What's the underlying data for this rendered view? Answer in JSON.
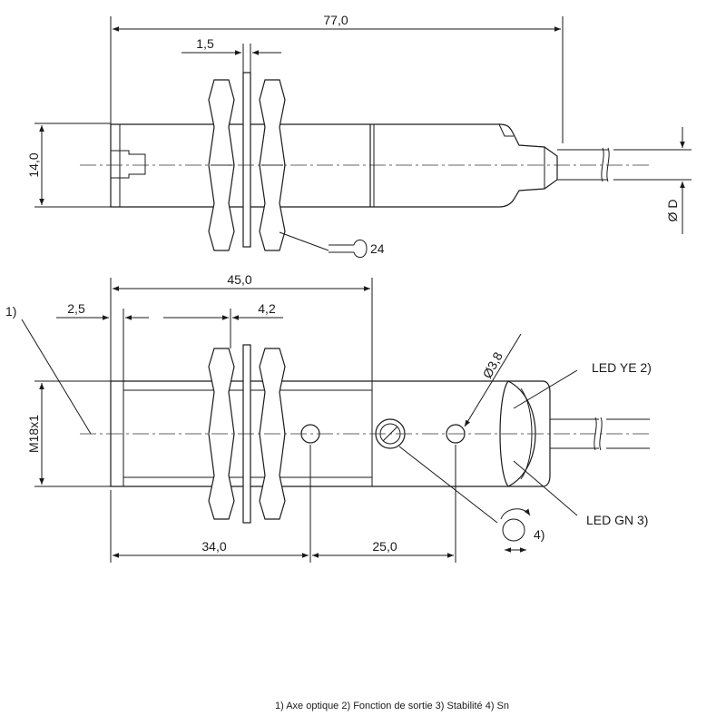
{
  "top_view": {
    "dim_overall_length": "77,0",
    "dim_washer": "1,5",
    "dim_height": "14,0",
    "dim_cable": "Ø D",
    "wrench_size": "24"
  },
  "side_view": {
    "dim_thread_length": "45,0",
    "dim_front": "2,5",
    "dim_nut": "4,2",
    "dim_thread": "M18x1",
    "dim_hole": "Ø3,8",
    "dim_to_hole": "34,0",
    "dim_hole_spacing": "25,0",
    "callout_1": "1)",
    "led_ye": "LED YE 2)",
    "led_gn": "LED GN 3)",
    "callout_4": "4)"
  },
  "footnote": "1) Axe optique  2) Fonction de sortie  3) Stabilité  4) Sn"
}
